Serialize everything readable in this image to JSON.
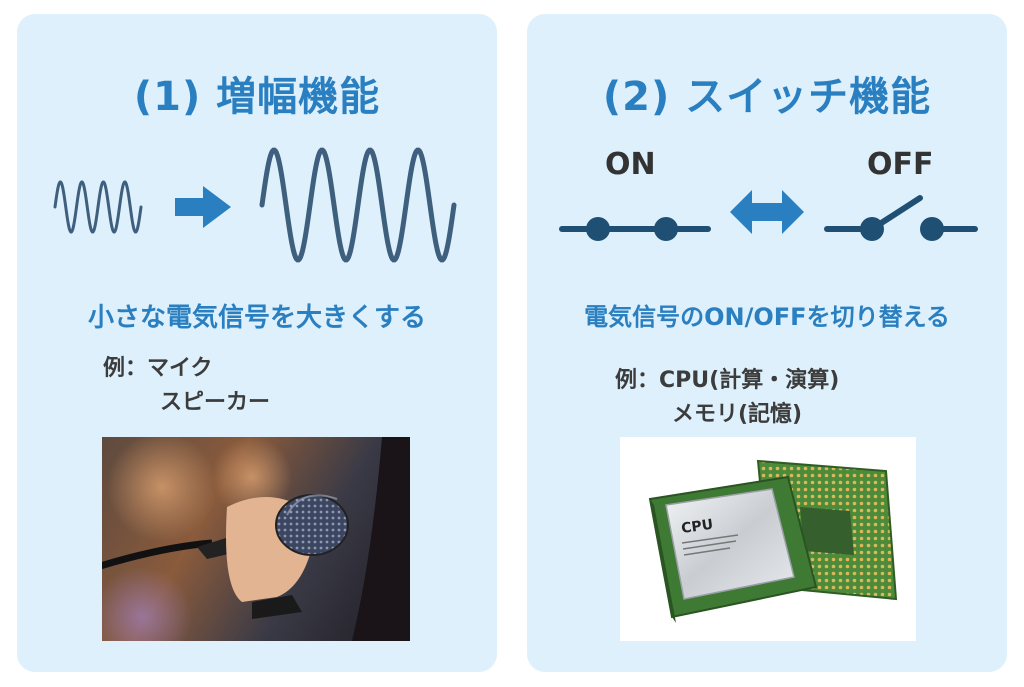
{
  "colors": {
    "panel_bg": "#ddf0fb",
    "accent_blue": "#2a7fc1",
    "wave_stroke": "#3e5f7e",
    "switch_stroke": "#1f4f73",
    "example_text": "#3c3c3c"
  },
  "amplification": {
    "title": "(1) 増幅機能",
    "description": "小さな電気信号を大きくする",
    "example_line1": "例：マイク",
    "example_line2": "スピーカー",
    "photo_subject": "microphone-photo"
  },
  "switching": {
    "title": "(2) スイッチ機能",
    "on_label": "ON",
    "off_label": "OFF",
    "description": "電気信号のON/OFFを切り替える",
    "example_line1": "例：CPU(計算・演算)",
    "example_line2": "メモリ(記憶)",
    "chip_text": "CPU"
  }
}
